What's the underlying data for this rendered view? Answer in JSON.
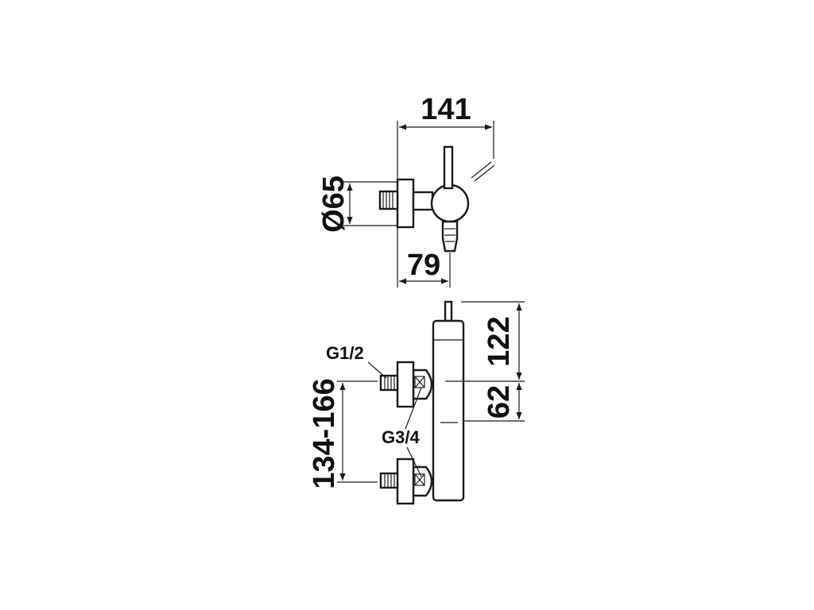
{
  "top_view": {
    "width_label": "141",
    "diameter_label": "Ø65",
    "depth_label": "79"
  },
  "front_view": {
    "inlet_thread_label": "G1/2",
    "connection_thread_label": "G3/4",
    "centre_distance_label": "134-166",
    "upper_height_label": "122",
    "lower_height_label": "62"
  }
}
